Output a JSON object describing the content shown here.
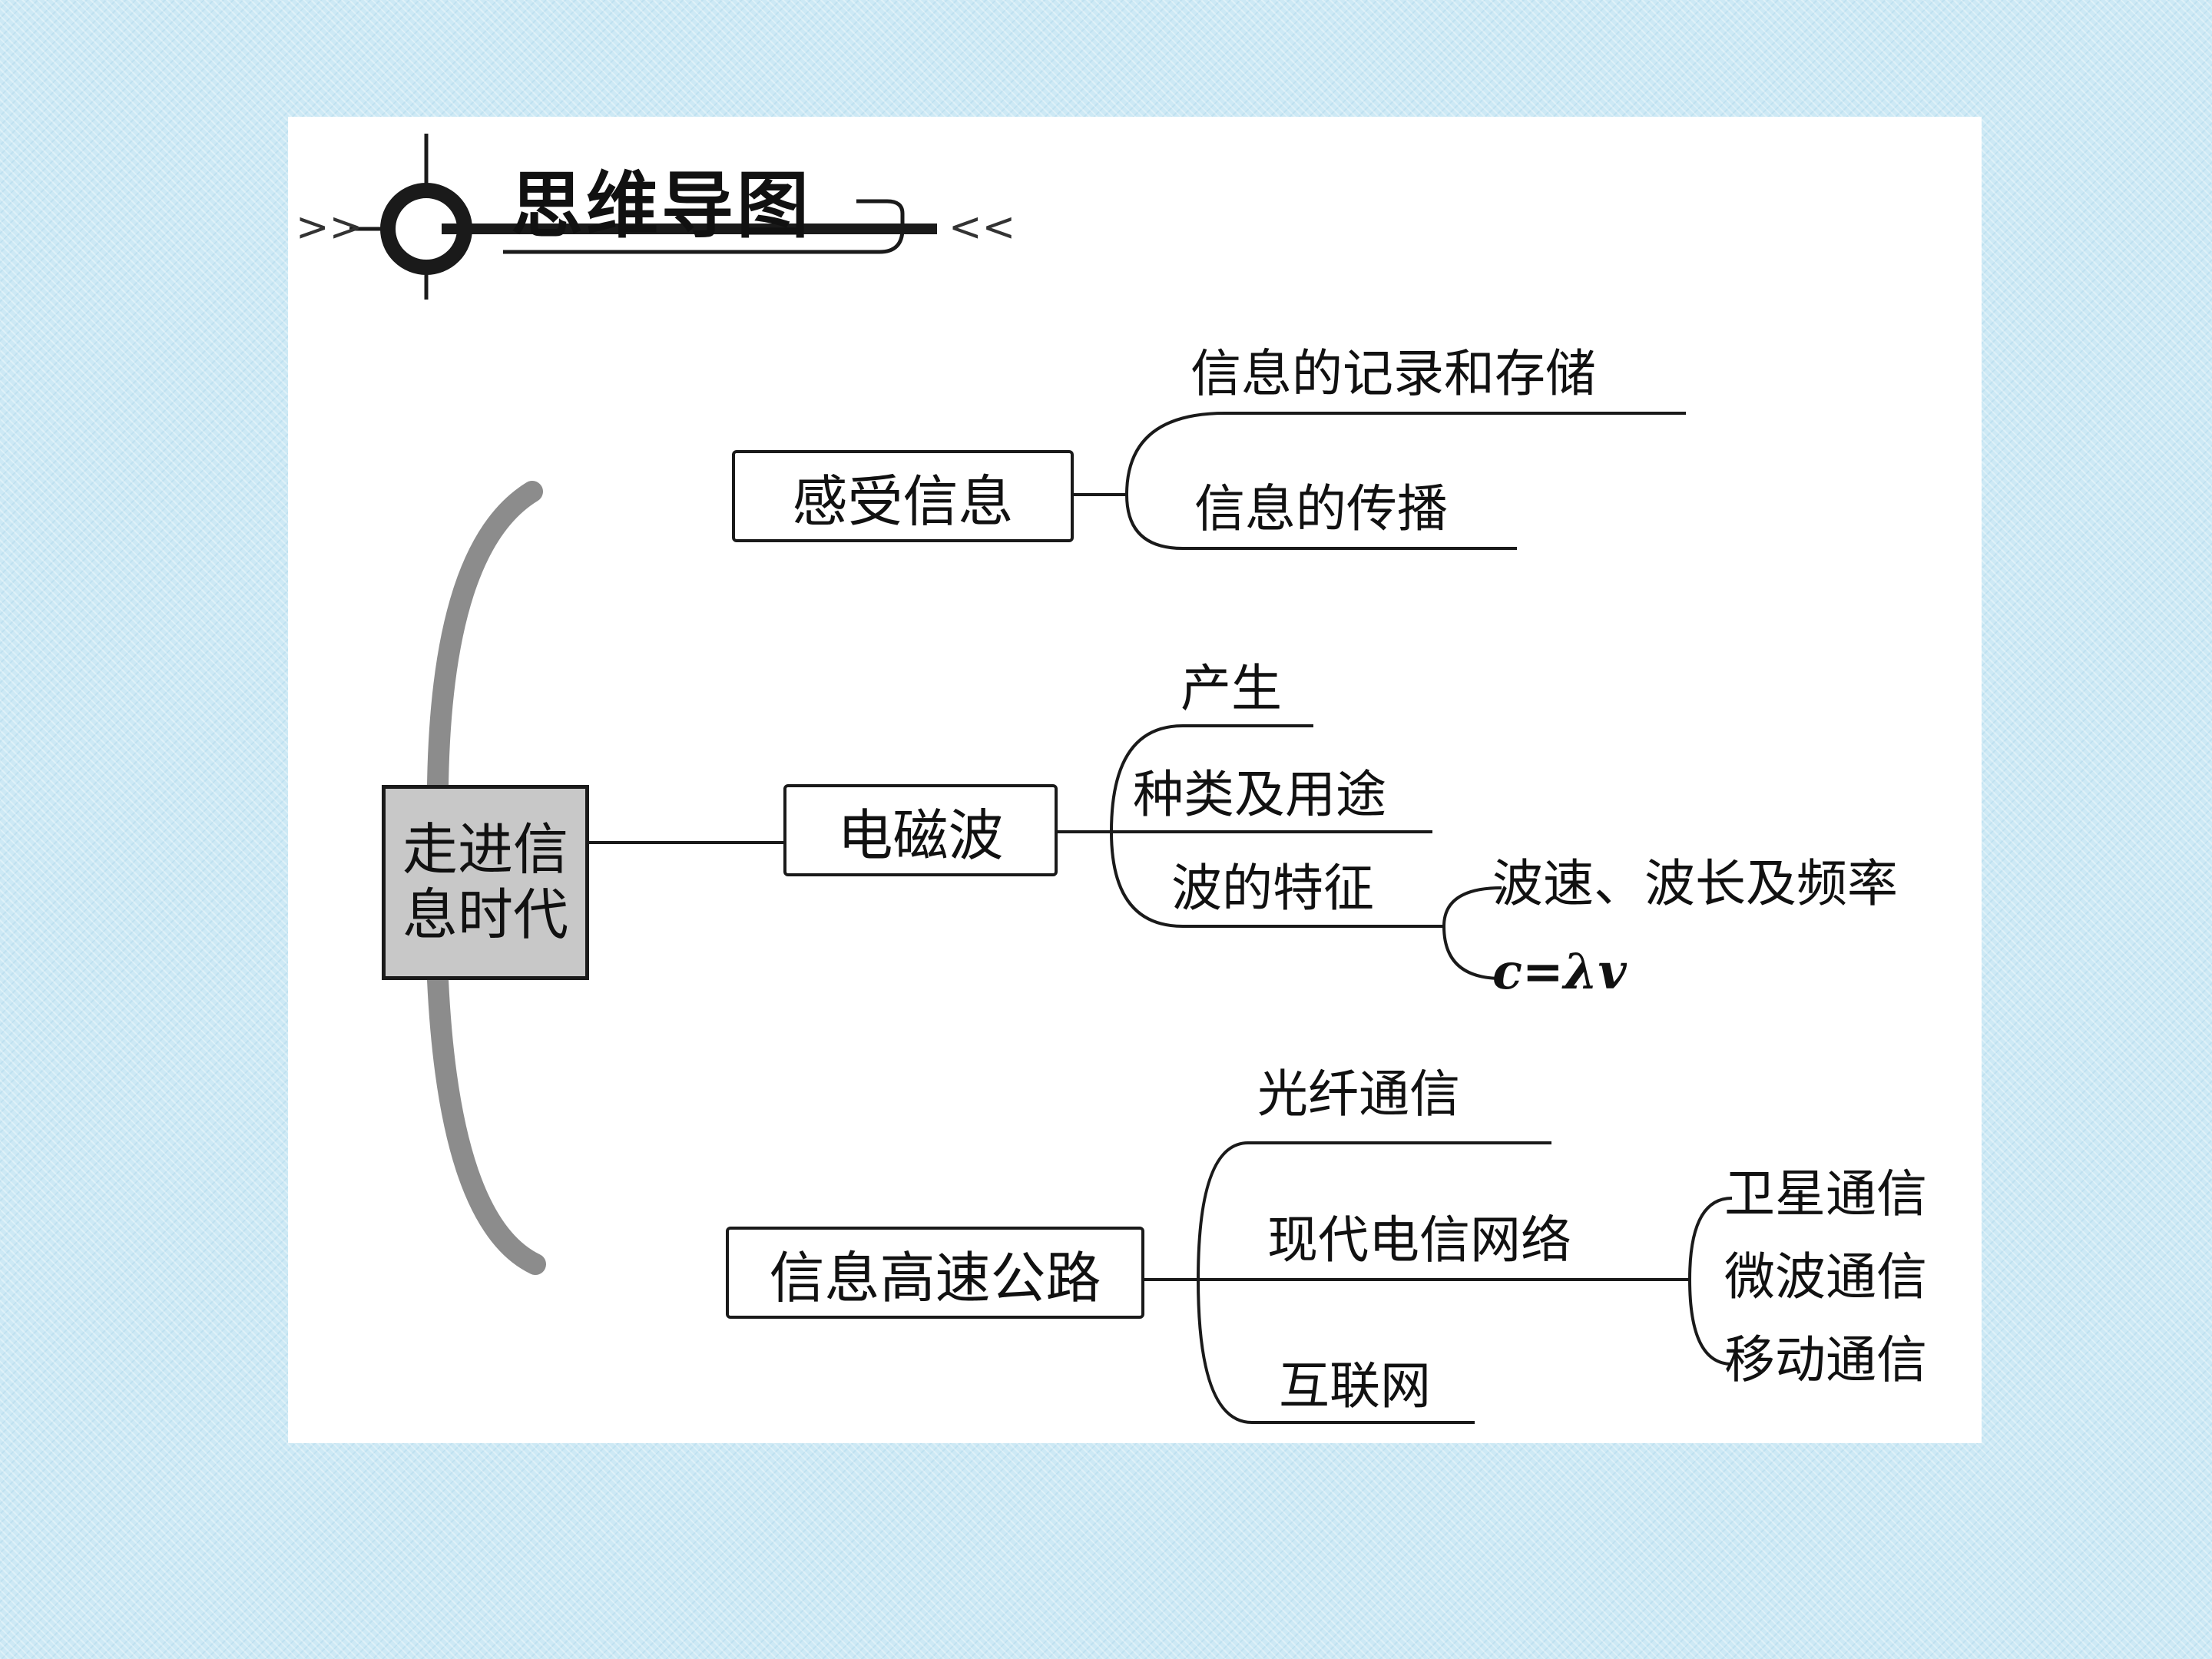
{
  "header": {
    "title": "思维导图",
    "left_chevrons": ">>",
    "right_chevrons": "<<"
  },
  "root": {
    "label": "走进信息时代"
  },
  "branches": [
    {
      "label": "感受信息",
      "children": [
        "信息的记录和存储",
        "信息的传播"
      ]
    },
    {
      "label": "电磁波",
      "children": [
        "产生",
        "种类及用途",
        "波的特征"
      ],
      "sub": {
        "parent": "波的特征",
        "children": [
          "波速、波长及频率",
          "c=λv"
        ]
      }
    },
    {
      "label": "信息高速公路",
      "children": [
        "光纤通信",
        "现代电信网络",
        "互联网"
      ],
      "sub": {
        "parent": "现代电信网络",
        "children": [
          "卫星通信",
          "微波通信",
          "移动通信"
        ]
      }
    }
  ],
  "colors": {
    "background": "#cde9f5",
    "panel": "#ffffff",
    "line": "#1a1a1a",
    "arc": "#8c8c8c",
    "root_fill": "#c8c8c8"
  }
}
